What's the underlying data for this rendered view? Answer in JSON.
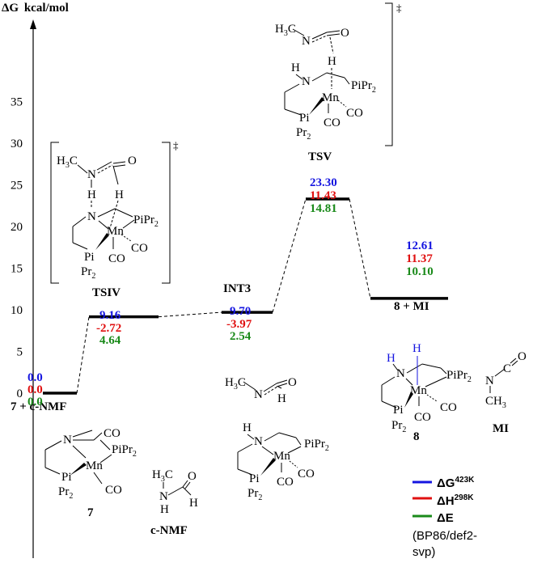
{
  "axis": {
    "label_delta": "ΔG",
    "label_unit": "kcal/mol",
    "ticks": [
      "0",
      "5",
      "10",
      "15",
      "20",
      "25",
      "30",
      "35"
    ],
    "tick_values": [
      0,
      5,
      10,
      15,
      20,
      25,
      30,
      35
    ]
  },
  "colors": {
    "dG": "#1515e0",
    "dH": "#e01010",
    "dE": "#1a8a1a"
  },
  "states": [
    {
      "label": "7 + c-NMF",
      "dG": "0.0",
      "dH": "0.0",
      "dE": "0.0",
      "level": 0.0
    },
    {
      "label": "TSIV",
      "dG": "9.16",
      "dH": "-2.72",
      "dE": "4.64",
      "level": 9.16
    },
    {
      "label": "INT3",
      "dG": "9.70",
      "dH": "-3.97",
      "dE": "2.54",
      "level": 9.7
    },
    {
      "label": "TSV",
      "dG": "23.30",
      "dH": "11.43",
      "dE": "14.81",
      "level": 23.3
    },
    {
      "label": "8 + MI",
      "dG": "12.61",
      "dH": "11.37",
      "dE": "10.10",
      "level": 11.37
    }
  ],
  "legend": {
    "dG": "ΔG",
    "dG_sup": "423K",
    "dH": "ΔH",
    "dH_sup": "298K",
    "dE": "ΔE",
    "method_line1": "(BP86/def2-",
    "method_line2": "svp)"
  },
  "structures": {
    "dagger": "‡",
    "H3C": "H",
    "three": "3",
    "C": "C",
    "N": "N",
    "O": "O",
    "H": "H",
    "Mn": "Mn",
    "CO": "CO",
    "PiPr2": "PiPr",
    "two": "2",
    "Pi": "Pi",
    "Pr2": "Pr",
    "CH3": "CH",
    "compound7": "7",
    "compound8": "8",
    "cnmf": "c-NMF",
    "mi": "MI"
  }
}
